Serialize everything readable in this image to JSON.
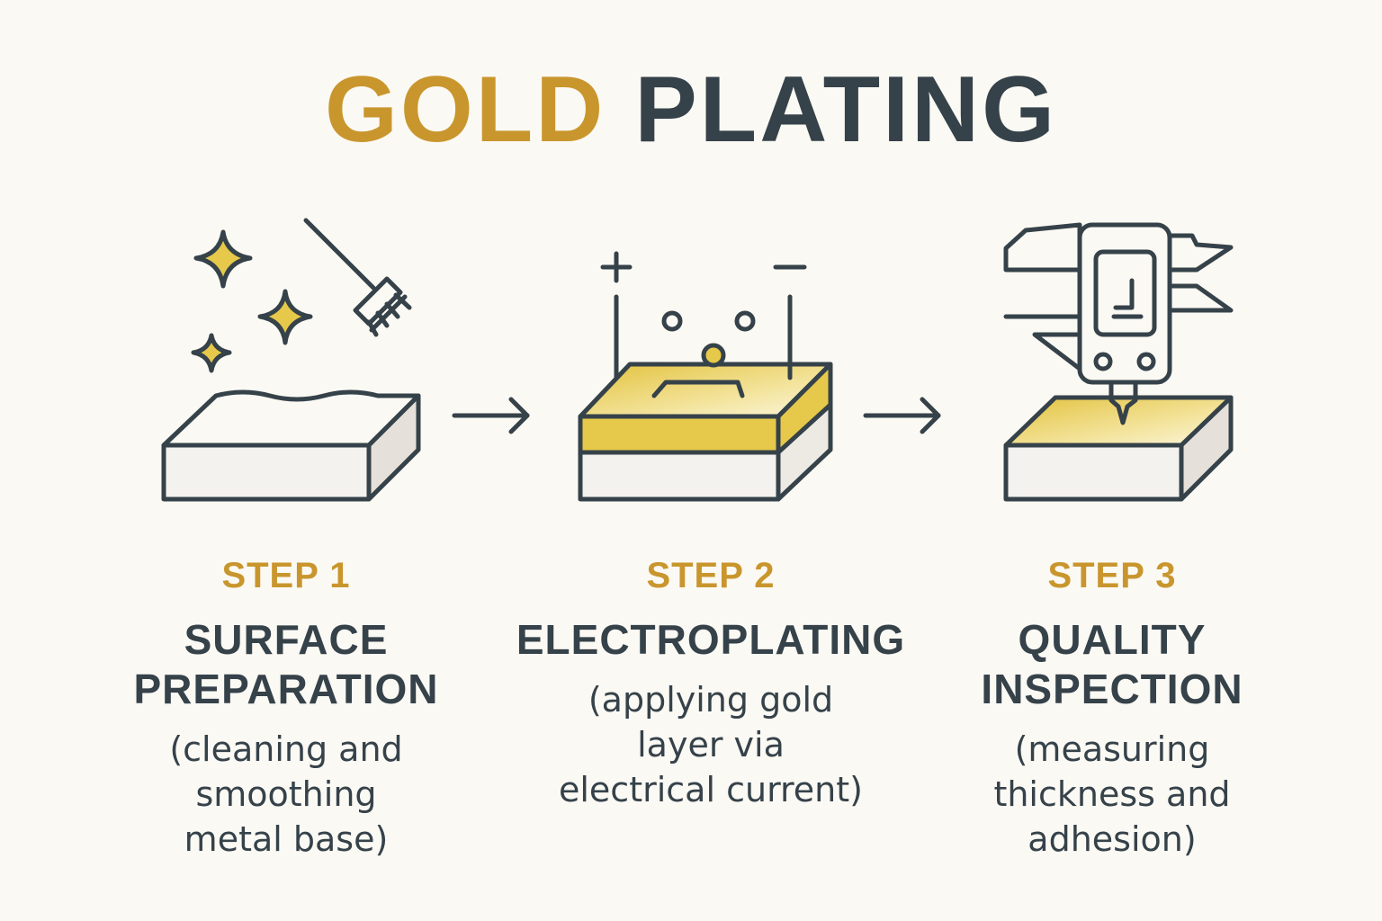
{
  "title": {
    "word1": "GOLD",
    "word2": "PLATING"
  },
  "colors": {
    "gold": "#C9962E",
    "dark": "#36424A",
    "background": "#FBF9F3",
    "gold_fill": "#E6C94A"
  },
  "steps": [
    {
      "label": "STEP 1",
      "name_lines": [
        "SURFACE",
        "PREPARATION"
      ],
      "desc_lines": [
        "(cleaning and",
        "smoothing",
        "metal base)"
      ],
      "icon": "sparkles-brush-block-icon"
    },
    {
      "label": "STEP 2",
      "name_lines": [
        "ELECTROPLATING"
      ],
      "desc_lines": [
        "(applying gold",
        "layer via",
        "electrical current)"
      ],
      "icon": "electroplating-bath-icon"
    },
    {
      "label": "STEP 3",
      "name_lines": [
        "QUALITY",
        "INSPECTION"
      ],
      "desc_lines": [
        "(measuring",
        "thickness and",
        "adhesion)"
      ],
      "icon": "caliper-block-icon"
    }
  ],
  "electrodes": {
    "positive": "+",
    "negative": "−"
  }
}
